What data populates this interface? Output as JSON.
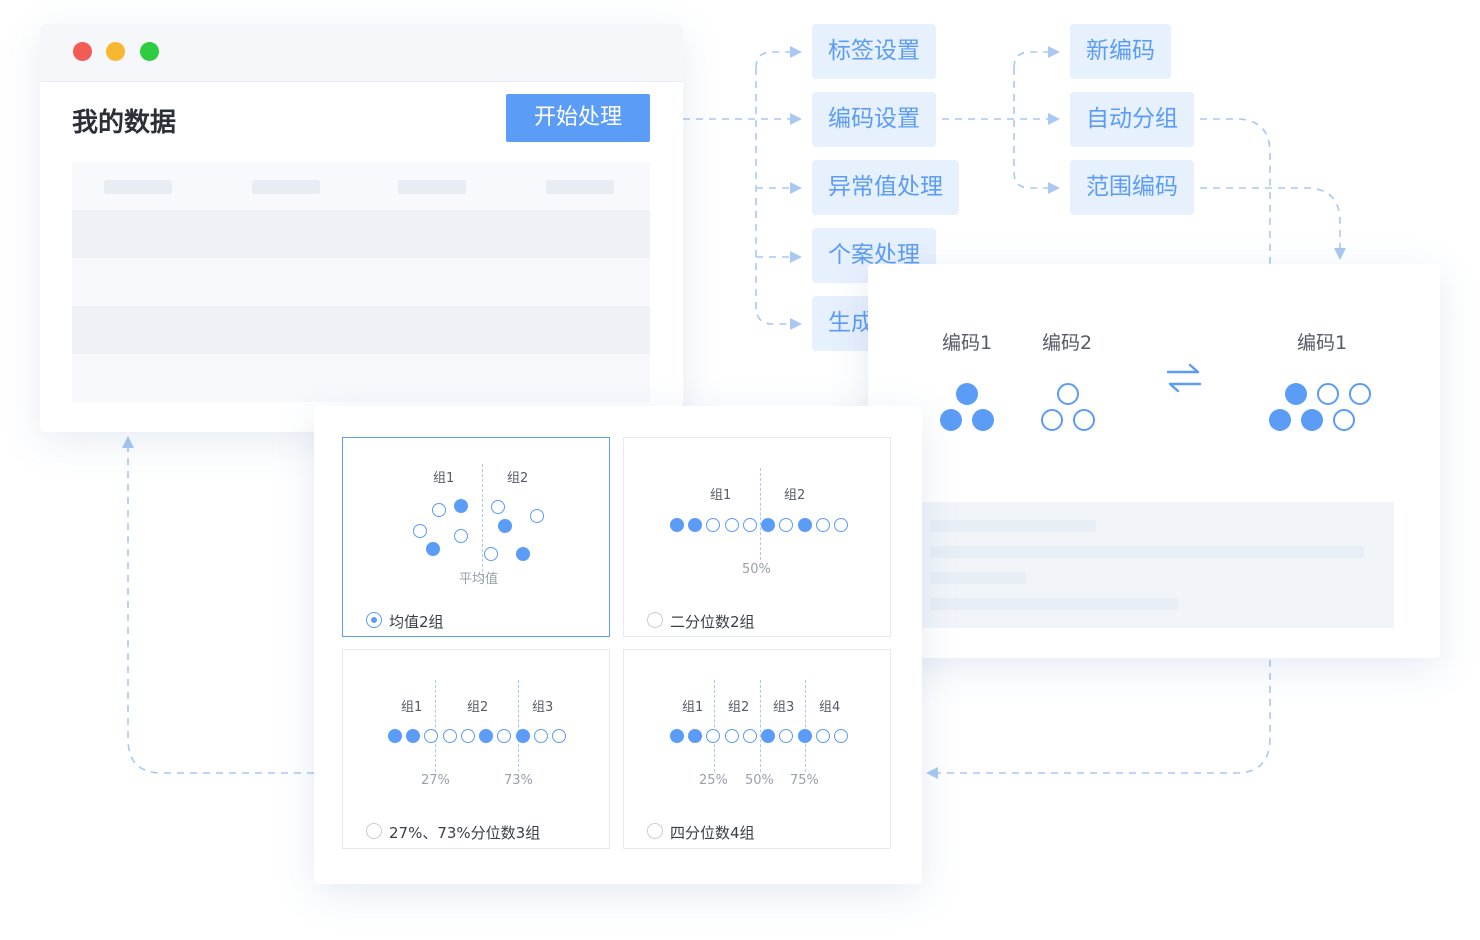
{
  "window": {
    "title": "我的数据",
    "start_button": "开始处理"
  },
  "flow": {
    "column1": [
      "标签设置",
      "编码设置",
      "异常值处理",
      "个案处理",
      "生成"
    ],
    "column2": [
      "新编码",
      "自动分组",
      "范围编码"
    ]
  },
  "recode": {
    "left_code_a": "编码1",
    "left_code_b": "编码2",
    "right_code": "编码1",
    "swap_icon": "swap-arrows-icon"
  },
  "grouping": {
    "options": [
      {
        "label": "均值2组",
        "selected": true,
        "groups": [
          "组1",
          "组2"
        ],
        "marker": "平均值"
      },
      {
        "label": "二分位数2组",
        "selected": false,
        "groups": [
          "组1",
          "组2"
        ],
        "percentiles": [
          "50%"
        ]
      },
      {
        "label": "27%、73%分位数3组",
        "selected": false,
        "groups": [
          "组1",
          "组2",
          "组3"
        ],
        "percentiles": [
          "27%",
          "73%"
        ]
      },
      {
        "label": "四分位数4组",
        "selected": false,
        "groups": [
          "组1",
          "组2",
          "组3",
          "组4"
        ],
        "percentiles": [
          "25%",
          "50%",
          "75%"
        ]
      }
    ]
  },
  "colors": {
    "accent": "#5b9cf6",
    "chip_bg": "#e7f0fd",
    "connector": "#a9c8f3",
    "window_dots": [
      "#f25c54",
      "#f7b731",
      "#2ecc40"
    ]
  }
}
